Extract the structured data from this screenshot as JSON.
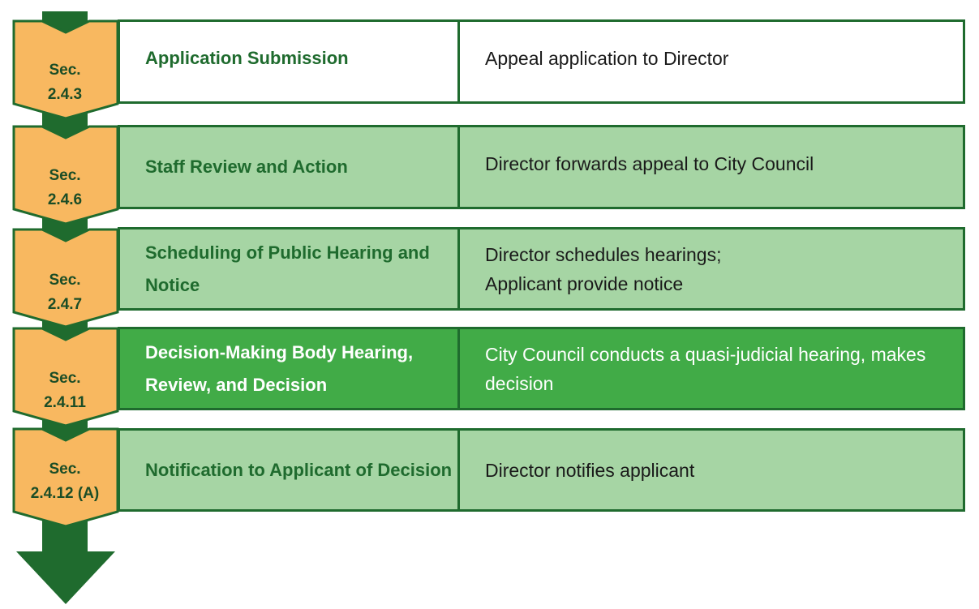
{
  "colors": {
    "dark_green": "#1f6b2e",
    "light_green": "#a6d5a4",
    "medium_green": "#41ab47",
    "chevron_orange": "#f8b860",
    "white": "#ffffff"
  },
  "steps": [
    {
      "section": "Sec.\n2.4.3",
      "title": "Application Submission",
      "description": "Appeal application to Director"
    },
    {
      "section": "Sec.\n2.4.6",
      "title": "Staff Review and Action",
      "description": "Director forwards appeal to City Council"
    },
    {
      "section": "Sec.\n2.4.7",
      "title": "Scheduling of Public Hearing and Notice",
      "description": "Director schedules hearings;\nApplicant provide notice"
    },
    {
      "section": "Sec.\n2.4.11",
      "title": "Decision-Making Body Hearing, Review, and Decision",
      "description": "City Council conducts a quasi-judicial hearing, makes decision"
    },
    {
      "section": "Sec.\n2.4.12 (A)",
      "title": "Notification to Applicant of Decision",
      "description": "Director notifies applicant"
    }
  ]
}
